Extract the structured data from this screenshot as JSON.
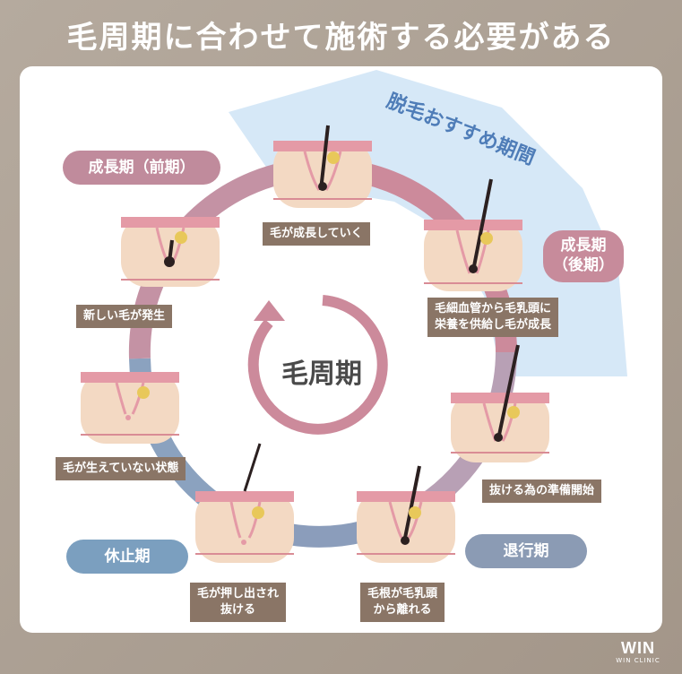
{
  "title": "毛周期に合わせて施術する必要がある",
  "highlight_label": "脱毛おすすめ期間",
  "center_label": "毛周期",
  "phases": {
    "growth_early": "成長期（前期）",
    "growth_late_line1": "成長期",
    "growth_late_line2": "（後期）",
    "regression": "退行期",
    "resting": "休止期"
  },
  "captions": {
    "growing": "毛が成長していく",
    "growing_late_line1": "毛細血管から毛乳頭に",
    "growing_late_line2": "栄養を供給し毛が成長",
    "prepare": "抜ける為の準備開始",
    "detach_line1": "毛根が毛乳頭",
    "detach_line2": "から離れる",
    "pushed_line1": "毛が押し出され",
    "pushed_line2": "抜ける",
    "no_hair": "毛が生えていない状態",
    "new_hair": "新しい毛が発生"
  },
  "logo": {
    "main": "WIN",
    "sub": "WIN CLINIC"
  },
  "colors": {
    "background": "#aa9e92",
    "card": "#ffffff",
    "growth": "#c48a99",
    "regression": "#8a9bb5",
    "resting": "#7b9fbf",
    "highlight": "#d6e8f7",
    "caption": "#8a7566",
    "skin": "#f3d9c3",
    "skin_top": "#e49aa6"
  }
}
